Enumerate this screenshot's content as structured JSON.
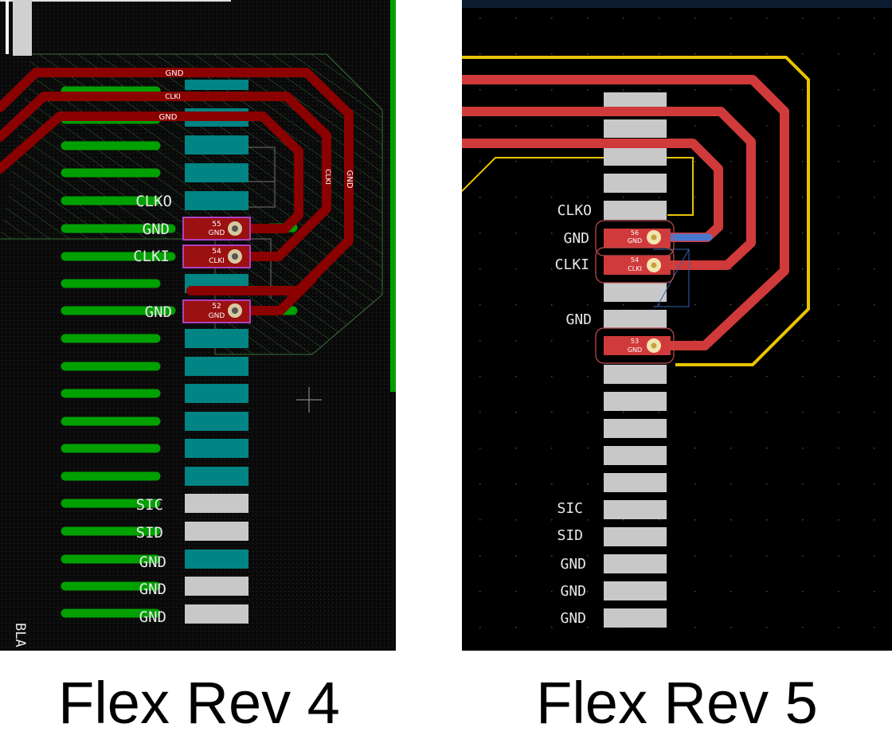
{
  "captions": {
    "rev4": "Flex Rev 4",
    "rev5": "Flex Rev 5"
  },
  "rev4": {
    "trace_labels": [
      "GND",
      "CLKI",
      "GND",
      "CLKI",
      "GND"
    ],
    "pin_labels": [
      "CLKO",
      "GND",
      "CLKI",
      "GND",
      "SIC",
      "SID",
      "GND",
      "GND",
      "GND"
    ],
    "vias": [
      {
        "number": "55",
        "net": "GND"
      },
      {
        "number": "54",
        "net": "CLKI"
      },
      {
        "number": "52",
        "net": "GND"
      }
    ],
    "corner_text": "BLA"
  },
  "rev5": {
    "pin_labels": [
      "CLKO",
      "GND",
      "CLKI",
      "GND",
      "SIC",
      "SID",
      "GND",
      "GND",
      "GND"
    ],
    "vias": [
      {
        "number": "56",
        "net": "GND"
      },
      {
        "number": "54",
        "net": "CLKI"
      },
      {
        "number": "53",
        "net": "GND"
      }
    ]
  },
  "colors": {
    "rev4_trace": "#8b0000",
    "rev5_trace": "#d03a3a",
    "pad_teal": "#008484",
    "pad_grey": "#c8c8c8",
    "green_finger": "#00a000",
    "outline_yellow": "#e8c400"
  }
}
